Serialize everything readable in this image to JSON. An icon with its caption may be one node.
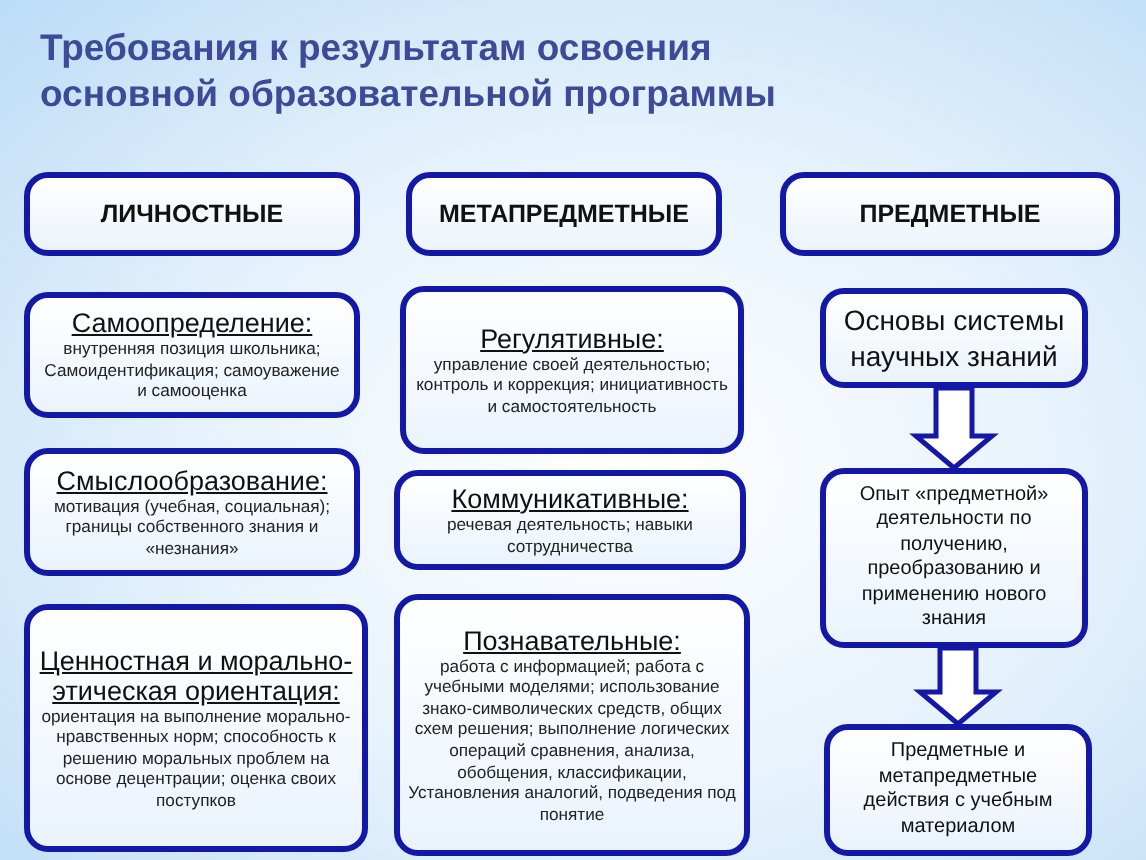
{
  "diagram": {
    "title": "Требования к результатам освоения основной образовательной программы",
    "nodes": [
      {
        "text": [
          "ЛИЧНОСТНЫЕ"
        ]
      },
      {
        "text": [
          "МЕТАПРЕДМЕТНЫЕ"
        ]
      },
      {
        "text": [
          "ПРЕДМЕТНЫЕ"
        ]
      },
      {
        "text": [
          "Самоопределение:",
          "внутренняя позиция школьника; Самоидентификация; самоуважение и самооценка"
        ]
      },
      {
        "text": [
          "Смыслообразование:",
          "мотивация (учебная, социальная); границы собственного знания и «незнания»"
        ]
      },
      {
        "text": [
          "Ценностная и морально-этическая ориентация:",
          "ориентация на выполнение морально-нравственных норм; способность к решению моральных проблем на основе децентрации; оценка своих поступков"
        ]
      },
      {
        "text": [
          "Регулятивные:",
          "управление своей деятельностью; контроль и коррекция; инициативность и самостоятельность"
        ]
      },
      {
        "text": [
          "Коммуникативные:",
          "речевая деятельность; навыки сотрудничества"
        ]
      },
      {
        "text": [
          "Познавательные:",
          "работа с информацией; работа с учебными моделями; использование знако-символических средств, общих схем решения; выполнение логических операций сравнения, анализа, обобщения, классификации, Установления аналогий, подведения под понятие"
        ]
      },
      {
        "text": [
          "Основы системы научных знаний"
        ]
      },
      {
        "text": [
          "Опыт «предметной» деятельности по получению, преобразованию и применению нового знания"
        ]
      },
      {
        "text": [
          "Предметные и метапредметные действия с учебным материалом"
        ]
      }
    ],
    "edges": [
      {
        "from": 9,
        "to": 10,
        "arrow": "to"
      },
      {
        "from": 10,
        "to": 11,
        "arrow": "to"
      }
    ]
  }
}
